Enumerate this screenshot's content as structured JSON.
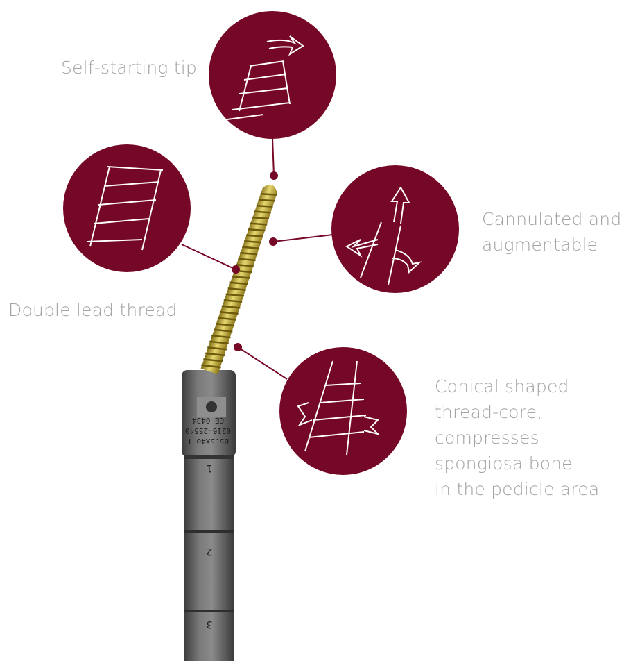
{
  "colors": {
    "accent": "#760827",
    "label": "#a3a3a3",
    "screw": "#c9b23c",
    "instrument": "#6e6e6e"
  },
  "labels": {
    "tip": [
      "Self-starting tip"
    ],
    "thread": [
      "Double lead thread"
    ],
    "cannulated": [
      "Cannulated and",
      "augmentable"
    ],
    "conical": [
      "Conical shaped",
      "thread-core,",
      "compresses",
      "spongiosa bone",
      "in the pedicle area"
    ]
  },
  "instrument": {
    "engraving": [
      "Ø5.5X40 T",
      "0216-25540",
      "CE 0434"
    ],
    "marks": [
      "1",
      "2",
      "3"
    ]
  }
}
